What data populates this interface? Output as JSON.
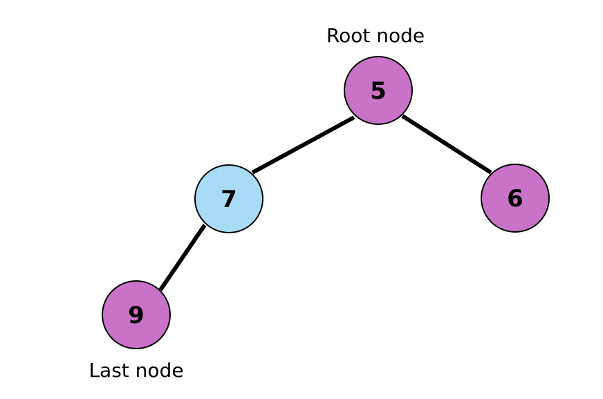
{
  "colors": {
    "node_default": "#c873c7",
    "node_highlight": "#a8dcf6",
    "edge": "#000000"
  },
  "nodes": [
    {
      "id": "n5",
      "value": "5",
      "color": "#c873c7"
    },
    {
      "id": "n7",
      "value": "7",
      "color": "#a8dcf6"
    },
    {
      "id": "n6",
      "value": "6",
      "color": "#c873c7"
    },
    {
      "id": "n9",
      "value": "9",
      "color": "#c873c7"
    }
  ],
  "edges": [
    {
      "from": "n5",
      "to": "n7"
    },
    {
      "from": "n5",
      "to": "n6"
    },
    {
      "from": "n7",
      "to": "n9"
    }
  ],
  "labels": {
    "root": "Root node",
    "last": "Last node"
  }
}
